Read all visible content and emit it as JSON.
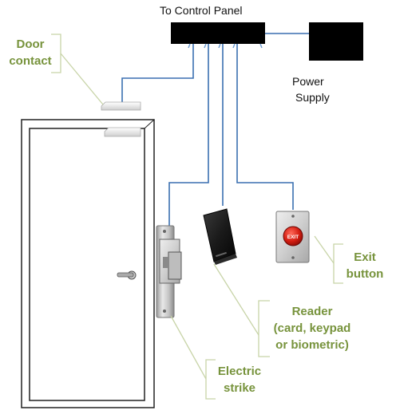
{
  "labels": {
    "control_panel": "To Control Panel",
    "power_supply": [
      "Power",
      "Supply"
    ],
    "door_contact": [
      "Door",
      "contact"
    ],
    "exit_button": [
      "Exit",
      "button"
    ],
    "reader": [
      "Reader",
      "(card, keypad",
      "or biometric)"
    ],
    "electric_strike": [
      "Electric",
      "strike"
    ],
    "exit_badge": "EXIT"
  },
  "colors": {
    "wire": "#3a6fb0",
    "label_green": "#77933c",
    "bracket": "#c8d4a8",
    "panel": "#000000"
  }
}
